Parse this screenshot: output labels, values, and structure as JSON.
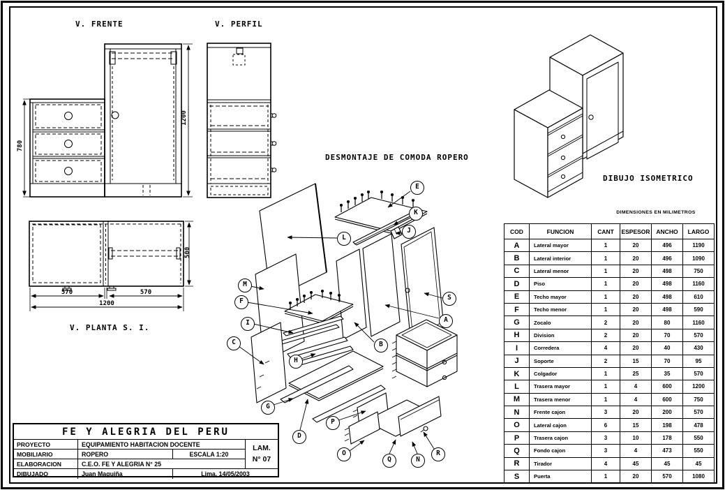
{
  "views": {
    "front": "V. FRENTE",
    "profile": "V. PERFIL",
    "plan": "V. PLANTA S. I.",
    "exploded": "DESMONTAJE DE COMODA ROPERO",
    "isometric": "DIBUJO ISOMETRICO"
  },
  "dimensions": {
    "front_left_height": "780",
    "front_right_height": "1200",
    "plan_left_width": "570",
    "plan_right_width": "570",
    "plan_total_width": "1200",
    "plan_depth": "500"
  },
  "exploded": {
    "labels": [
      "E",
      "K",
      "J",
      "L",
      "M",
      "F",
      "I",
      "S",
      "A",
      "B",
      "C",
      "H",
      "G",
      "D",
      "P",
      "O",
      "Q",
      "N",
      "R"
    ]
  },
  "parts_table": {
    "caption": "DIMENSIONES EN MILIMETROS",
    "headers": [
      "COD",
      "FUNCION",
      "CANT",
      "ESPESOR",
      "ANCHO",
      "LARGO"
    ],
    "rows": [
      [
        "A",
        "Lateral mayor",
        "1",
        "20",
        "496",
        "1190"
      ],
      [
        "B",
        "Lateral interior",
        "1",
        "20",
        "496",
        "1090"
      ],
      [
        "C",
        "Lateral menor",
        "1",
        "20",
        "498",
        "750"
      ],
      [
        "D",
        "Piso",
        "1",
        "20",
        "498",
        "1160"
      ],
      [
        "E",
        "Techo mayor",
        "1",
        "20",
        "498",
        "610"
      ],
      [
        "F",
        "Techo menor",
        "1",
        "20",
        "498",
        "590"
      ],
      [
        "G",
        "Zocalo",
        "2",
        "20",
        "80",
        "1160"
      ],
      [
        "H",
        "Division",
        "2",
        "20",
        "70",
        "570"
      ],
      [
        "I",
        "Corredera",
        "4",
        "20",
        "40",
        "430"
      ],
      [
        "J",
        "Soporte",
        "2",
        "15",
        "70",
        "95"
      ],
      [
        "K",
        "Colgador",
        "1",
        "25",
        "35",
        "570"
      ],
      [
        "L",
        "Trasera mayor",
        "1",
        "4",
        "600",
        "1200"
      ],
      [
        "M",
        "Trasera menor",
        "1",
        "4",
        "600",
        "750"
      ],
      [
        "N",
        "Frente cajon",
        "3",
        "20",
        "200",
        "570"
      ],
      [
        "O",
        "Lateral cajon",
        "6",
        "15",
        "198",
        "478"
      ],
      [
        "P",
        "Trasera cajon",
        "3",
        "10",
        "178",
        "550"
      ],
      [
        "Q",
        "Fondo cajon",
        "3",
        "4",
        "473",
        "550"
      ],
      [
        "R",
        "Tirador",
        "4",
        "45",
        "45",
        "45"
      ],
      [
        "S",
        "Puerta",
        "1",
        "20",
        "570",
        "1080"
      ]
    ]
  },
  "title_block": {
    "org": "FE Y ALEGRIA DEL PERU",
    "proyecto_label": "PROYECTO",
    "proyecto": "EQUIPAMIENTO HABITACION DOCENTE",
    "mobiliario_label": "MOBILIARIO",
    "mobiliario": "ROPERO",
    "escala": "ESCALA 1:20",
    "elaboracion_label": "ELABORACION",
    "elaboracion": "C.E.O. FE Y ALEGRIA N° 25",
    "dibujado_label": "DIBUJADO",
    "dibujado": "Juan Maguiña",
    "lugar_fecha": "Lima, 14/05/2003",
    "lam_label": "LAM.",
    "lam_numero": "N° 07"
  }
}
